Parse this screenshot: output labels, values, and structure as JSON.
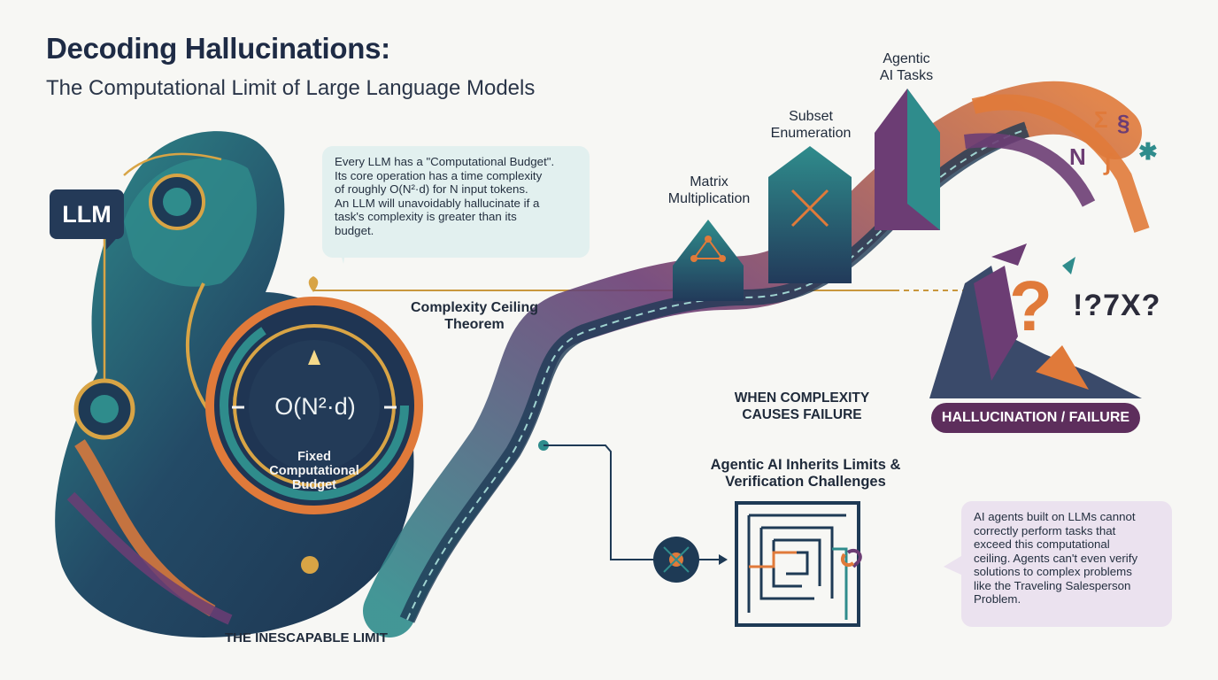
{
  "header": {
    "title": "Decoding Hallucinations:",
    "subtitle": "The Computational Limit of Large Language Models"
  },
  "llm_tag": "LLM",
  "budget_bubble": {
    "lines": [
      "Every LLM has a \"Computational Budget\".",
      "Its core operation has a time complexity",
      "of roughly O(N²·d) for N input tokens.",
      "An LLM will unavoidably hallucinate if a",
      "task's complexity is greater than its",
      "budget."
    ]
  },
  "gauge": {
    "formula": "O(N²·d)",
    "caption_lines": [
      "Fixed",
      "Computational",
      "Budget"
    ]
  },
  "ceiling": {
    "label_lines": [
      "Complexity Ceiling",
      "Theorem"
    ]
  },
  "peaks": [
    {
      "label_lines": [
        "Matrix",
        "Multiplication"
      ]
    },
    {
      "label_lines": [
        "Subset",
        "Enumeration"
      ]
    },
    {
      "label_lines": [
        "Agentic",
        "AI Tasks"
      ]
    }
  ],
  "failure": {
    "question_mark": "?",
    "garble": "!?7X?",
    "caption_lines": [
      "WHEN COMPLEXITY",
      "CAUSES FAILURE"
    ],
    "pill": "HALLUCINATION / FAILURE",
    "symbols": [
      "Σ",
      "§",
      "N",
      "∫",
      "✱"
    ]
  },
  "agentic": {
    "title_lines": [
      "Agentic AI Inherits Limits &",
      "Verification Challenges"
    ],
    "bubble_lines": [
      "AI agents built on LLMs cannot",
      "correctly perform tasks that",
      "exceed this computational",
      "ceiling. Agents can't even verify",
      "solutions to complex problems",
      "like the Traveling Salesperson",
      "Problem."
    ]
  },
  "footer_label": "THE INESCAPABLE LIMIT",
  "colors": {
    "navy": "#243a58",
    "teal": "#2f8c8c",
    "orange": "#e07a3a",
    "purple": "#6c3d74",
    "gold": "#d8a445",
    "background": "#f7f7f4"
  }
}
